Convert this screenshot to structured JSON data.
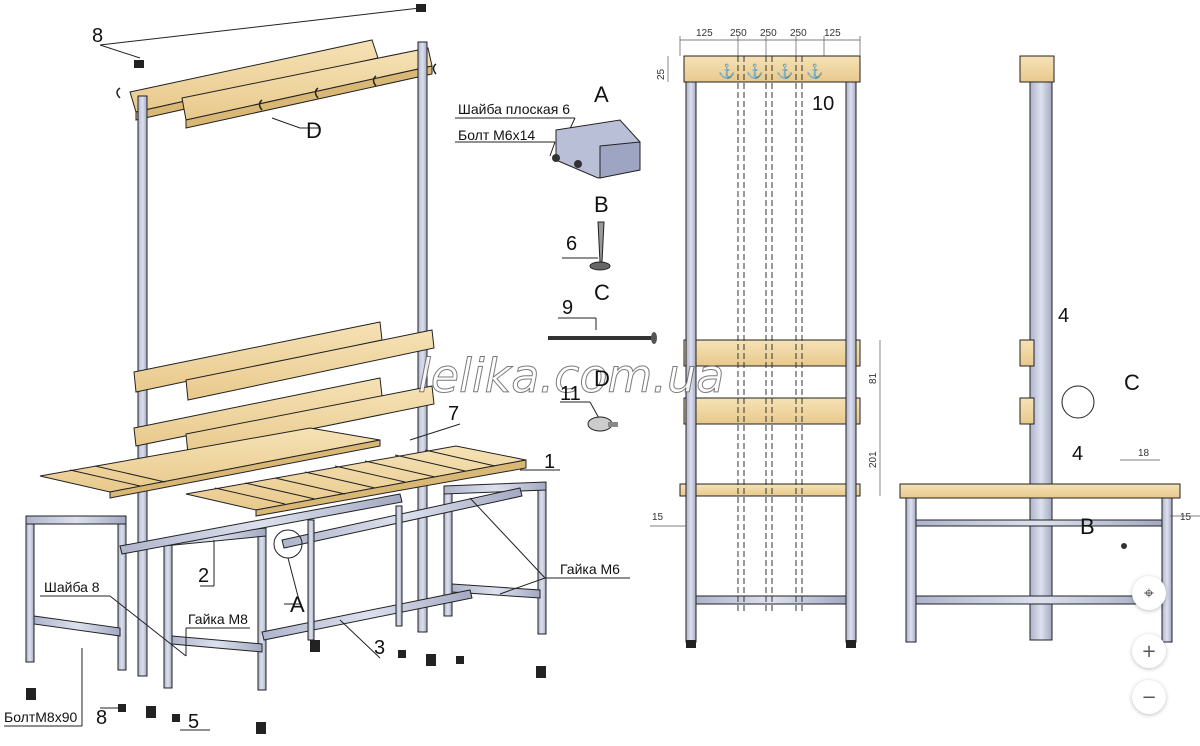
{
  "labels": {
    "eight_top": "8",
    "d_top": "D",
    "washer_flat_6": "Шайба плоская 6",
    "bolt_m6x14": "Болт М6х14",
    "a_detail": "A",
    "b_detail": "B",
    "six": "6",
    "c_detail": "C",
    "nine": "9",
    "d_mid": "D",
    "eleven": "11",
    "seven": "7",
    "one": "1",
    "two": "2",
    "nut_m6": "Гайка М6",
    "washer_8": "Шайба 8",
    "nut_m8": "Гайка М8",
    "a_callout": "A",
    "three": "3",
    "bolt_m8x90": "БолтМ8х90",
    "eight_bottom": "8",
    "five": "5",
    "ten": "10",
    "four_side": "4",
    "c_side": "C",
    "four_bench": "4",
    "b_side": "B"
  },
  "dims": {
    "d125a": "125",
    "d250a": "250",
    "d250b": "250",
    "d250c": "250",
    "d125b": "125",
    "d25": "25",
    "d81": "81",
    "d201": "201",
    "d15a": "15",
    "d18": "18",
    "d15b": "15"
  },
  "watermark": "lelika.com.ua",
  "controls": {
    "fit": "⌖",
    "zoom_in": "+",
    "zoom_out": "−"
  },
  "colors": {
    "wood": "#f1d9a6",
    "metal": "#c3c8dc",
    "outline": "#1a1a1a"
  }
}
